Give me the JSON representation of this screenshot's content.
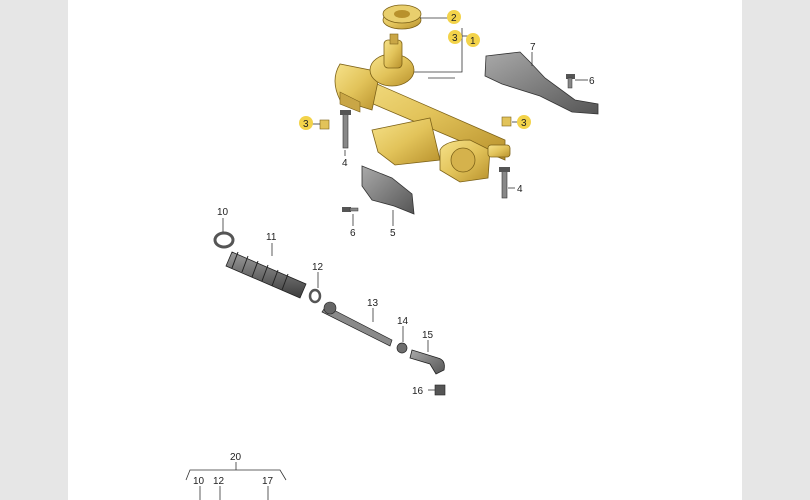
{
  "callouts": {
    "c1": "1",
    "c2": "2",
    "c3a": "3",
    "c3b": "3",
    "c3c": "3",
    "c4a": "4",
    "c4b": "4",
    "c5": "5",
    "c6a": "6",
    "c6b": "6",
    "c7": "7",
    "c10": "10",
    "c11": "11",
    "c12": "12",
    "c13": "13",
    "c14": "14",
    "c15": "15",
    "c16": "16",
    "c20": "20",
    "c20_10": "10",
    "c20_12": "12",
    "c20_17": "17"
  },
  "colors": {
    "highlight": "#f3d34a",
    "part_gold": "#e2c35a",
    "part_gray": "#7a7a7a",
    "background": "#e6e6e6",
    "sheet": "#ffffff"
  }
}
